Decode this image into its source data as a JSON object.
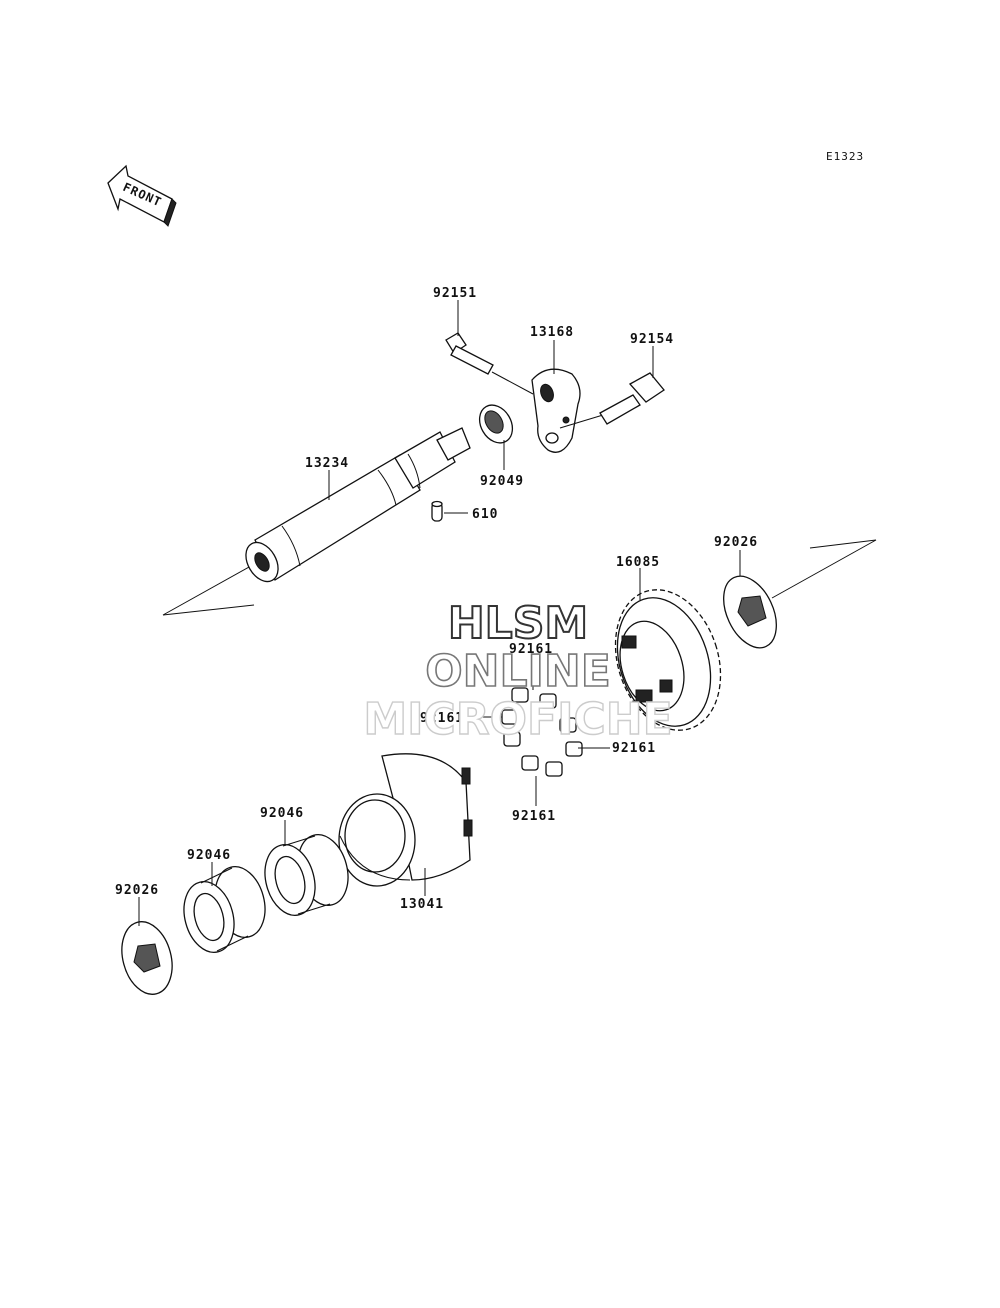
{
  "diagram_code": "E1323",
  "front_label": "FRONT",
  "watermark": {
    "line1": "HLSM",
    "line2": "ONLINE",
    "line3": "MICROFICHE"
  },
  "callouts": {
    "p92151": "92151",
    "p13168": "13168",
    "p92154": "92154",
    "p92049": "92049",
    "p13234": "13234",
    "p610": "610",
    "p92026_right": "92026",
    "p16085": "16085",
    "p92161_top": "92161",
    "p92161_left": "92161",
    "p92161_right": "92161",
    "p92161_bottom": "92161",
    "p92046_upper": "92046",
    "p92046_lower": "92046",
    "p13041": "13041",
    "p92026_left": "92026"
  }
}
